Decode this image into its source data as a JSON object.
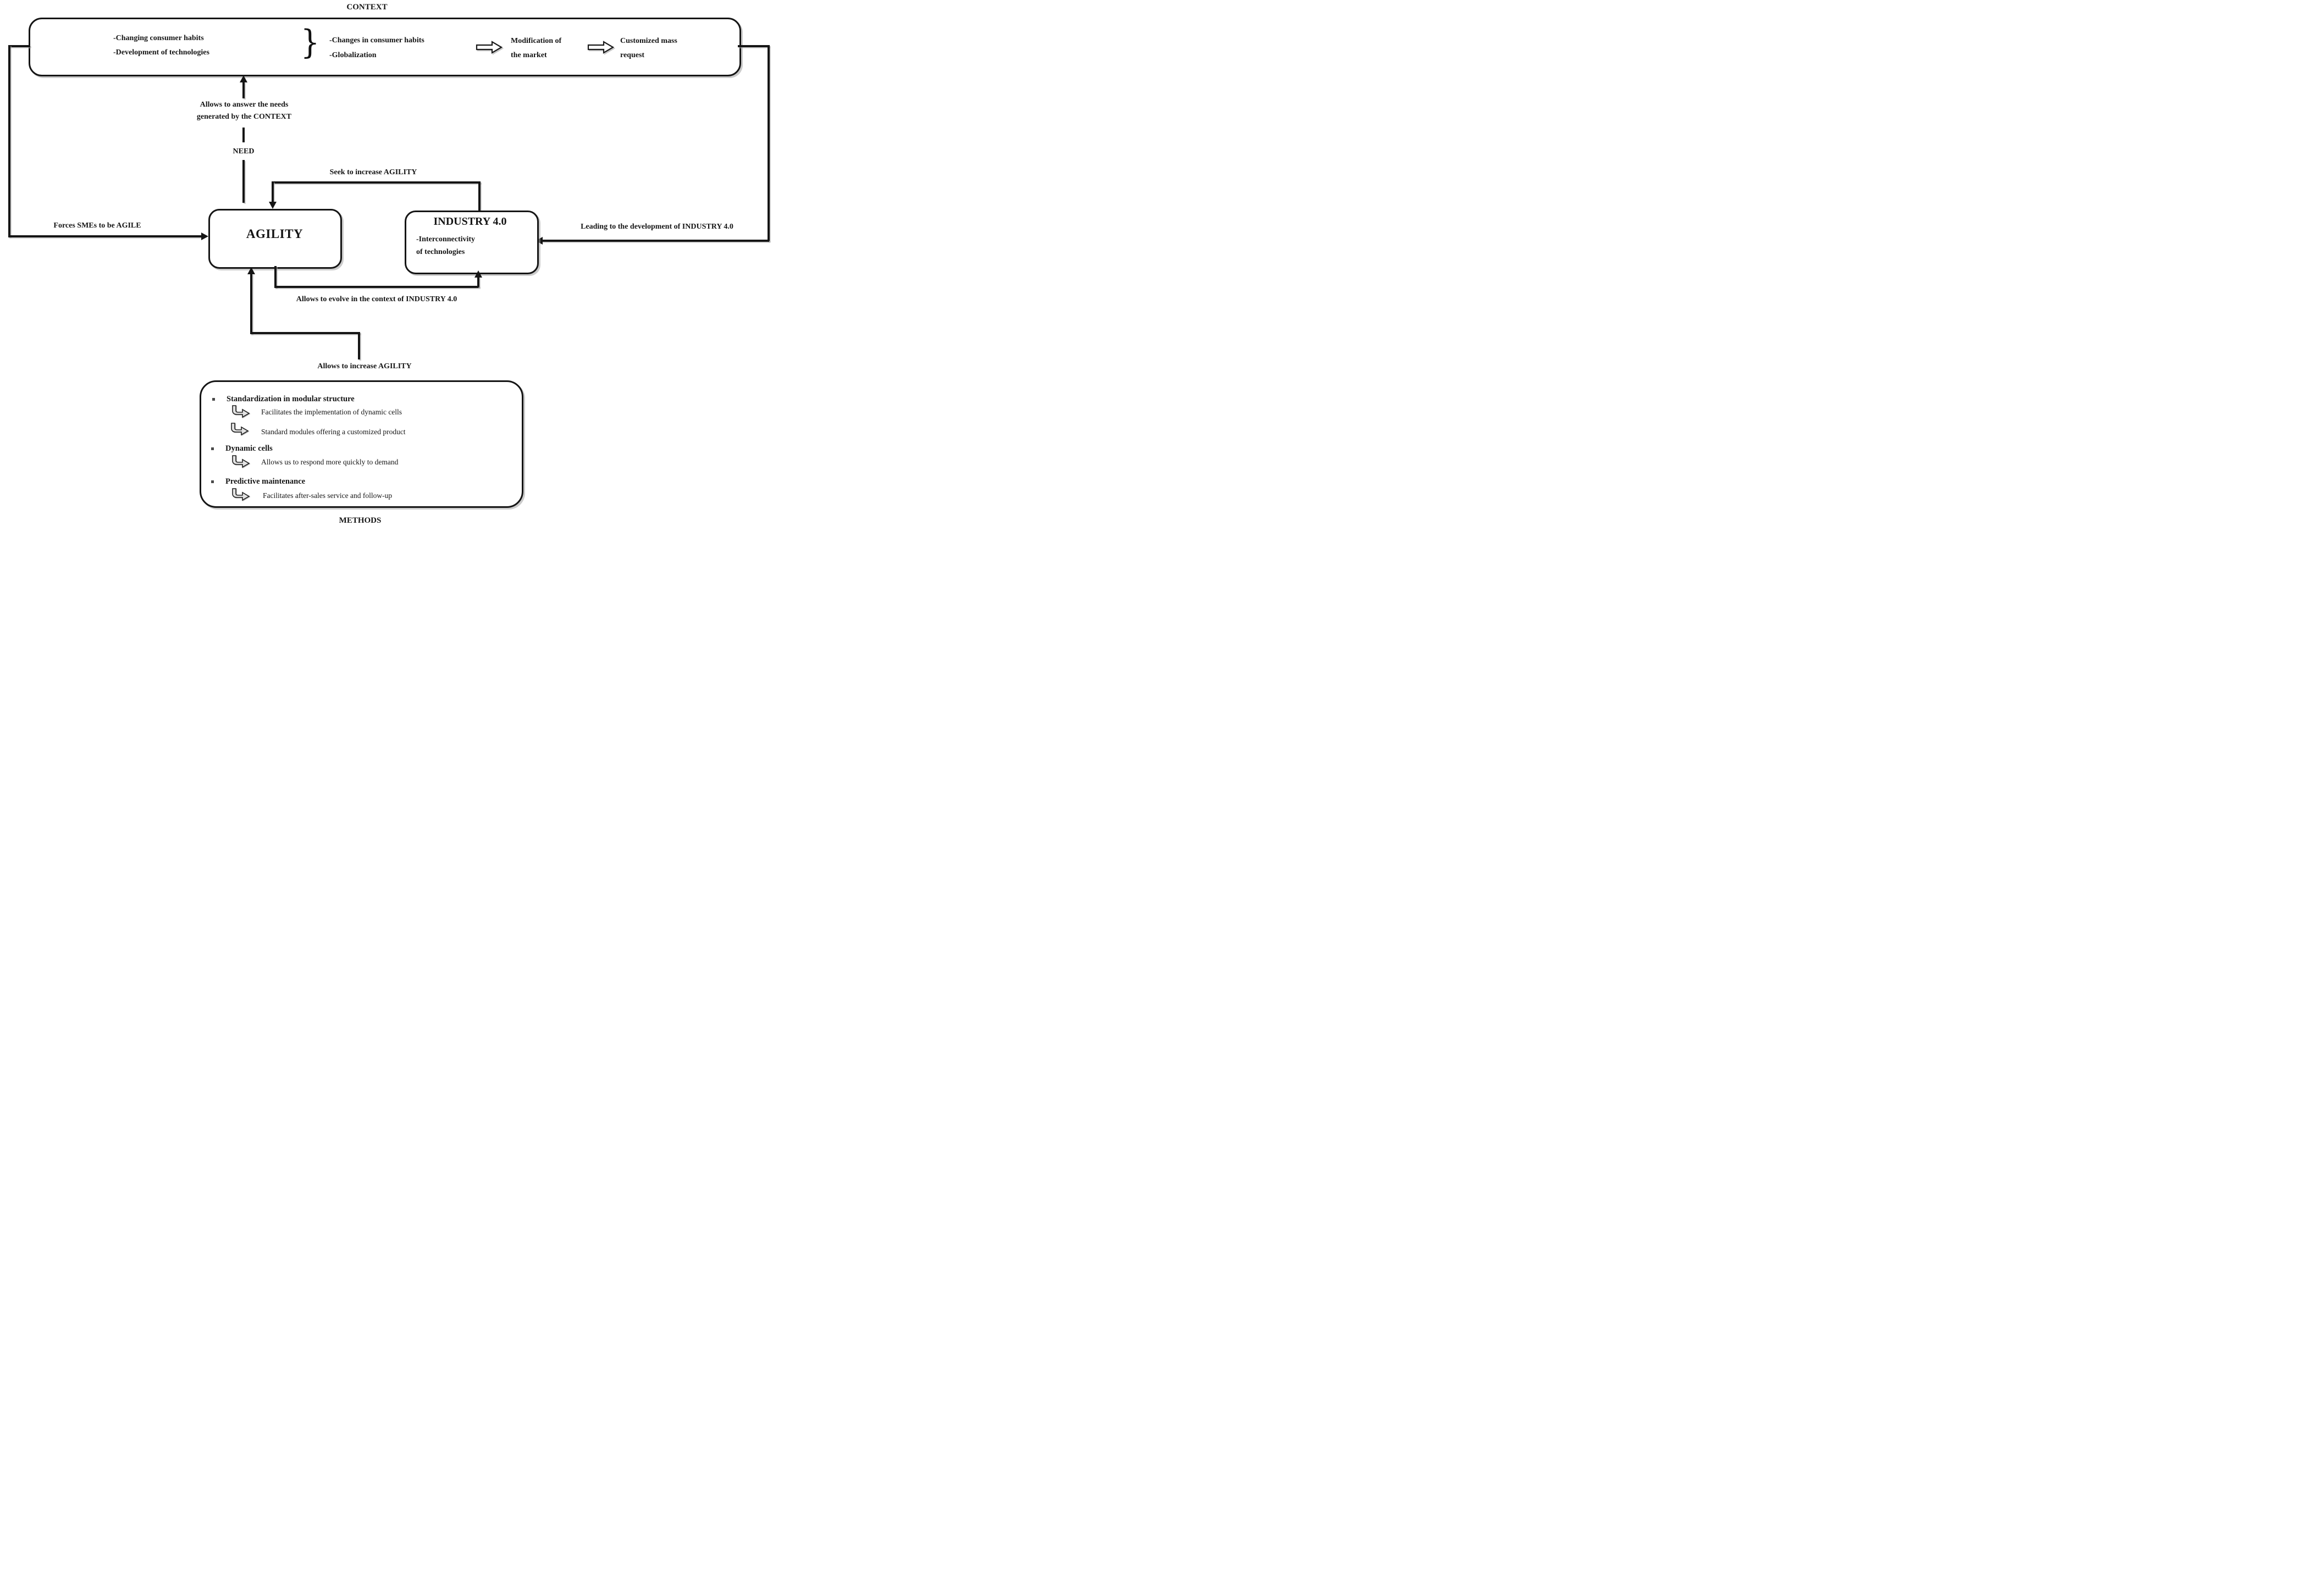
{
  "colors": {
    "ink": "#151515",
    "shadow": "#a0a0a0",
    "background": "#ffffff"
  },
  "context": {
    "title": "CONTEXT",
    "drivers_line1": "-Changing consumer habits",
    "drivers_line2": "-Development of technologies",
    "brace_glyph": "}",
    "consequences_line1": "-Changes in consumer habits",
    "consequences_line2": "-Globalization",
    "market_line1": "Modification of",
    "market_line2": "the market",
    "request_line1": "Customized mass",
    "request_line2": "request"
  },
  "need": {
    "note_line1": "Allows to answer the needs",
    "note_line2": "generated by the CONTEXT",
    "label": "NEED"
  },
  "edges": {
    "forces": "Forces SMEs to be AGILE",
    "leading": "Leading to the development of INDUSTRY 4.0",
    "seek": "Seek to increase AGILITY",
    "evolve": "Allows to evolve in the context of INDUSTRY 4.0",
    "increase": "Allows to increase AGILITY"
  },
  "agility": {
    "title": "AGILITY"
  },
  "industry": {
    "title": "INDUSTRY 4.0",
    "sub_line1": "-Interconnectivity",
    "sub_line2": "of technologies"
  },
  "methods": {
    "title": "METHODS",
    "items": [
      {
        "label": "Standardization in modular structure",
        "subs": [
          "Facilitates the implementation of dynamic cells",
          "Standard modules offering a customized product"
        ]
      },
      {
        "label": "Dynamic cells",
        "subs": [
          "Allows us to respond more quickly to demand"
        ]
      },
      {
        "label": "Predictive maintenance",
        "subs": [
          "Facilitates after-sales service and follow-up"
        ]
      }
    ]
  }
}
